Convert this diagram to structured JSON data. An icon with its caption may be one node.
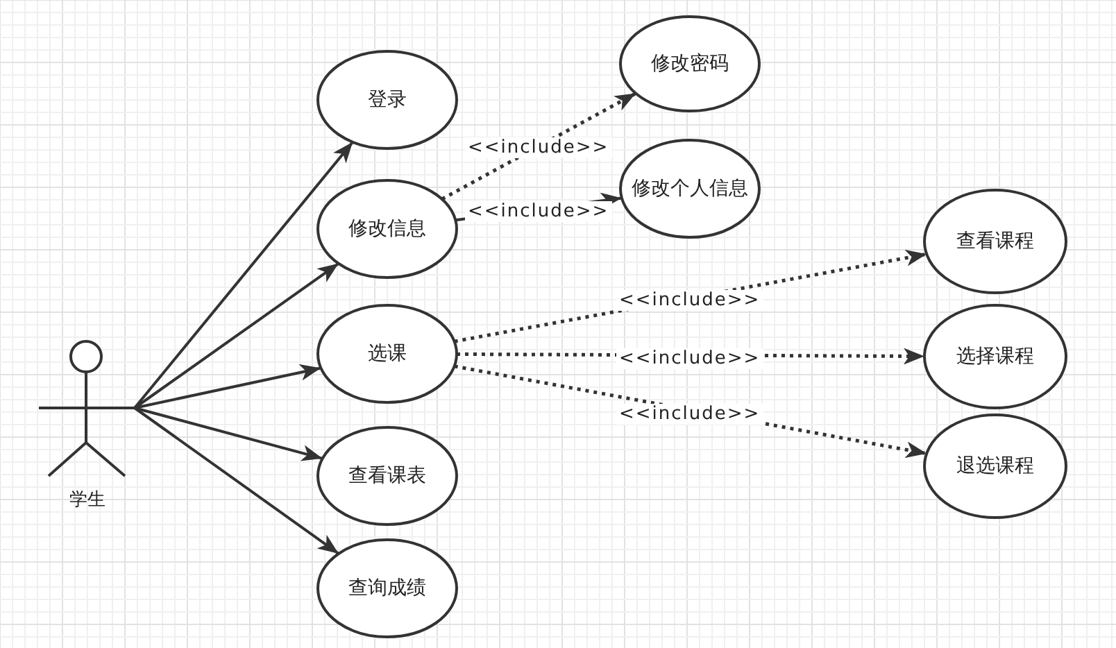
{
  "diagram": {
    "nodes": [
      {
        "text": [
          "学生"
        ]
      },
      {
        "text": [
          "登录"
        ]
      },
      {
        "text": [
          "修改信息"
        ]
      },
      {
        "text": [
          "选课"
        ]
      },
      {
        "text": [
          "查看课表"
        ]
      },
      {
        "text": [
          "查询成绩"
        ]
      },
      {
        "text": [
          "修改密码"
        ]
      },
      {
        "text": [
          "修改个人信息"
        ]
      },
      {
        "text": [
          "查看课程"
        ]
      },
      {
        "text": [
          "选择课程"
        ]
      },
      {
        "text": [
          "退选课程"
        ]
      }
    ],
    "edges": [
      {
        "from": 0,
        "to": 1,
        "arrow": "to"
      },
      {
        "from": 0,
        "to": 2,
        "arrow": "to"
      },
      {
        "from": 0,
        "to": 3,
        "arrow": "to"
      },
      {
        "from": 0,
        "to": 4,
        "arrow": "to"
      },
      {
        "from": 0,
        "to": 5,
        "arrow": "to"
      },
      {
        "from": 2,
        "to": 6,
        "arrow": "to",
        "label": "<<include>>",
        "style": "dashed"
      },
      {
        "from": 2,
        "to": 7,
        "arrow": "to",
        "label": "<<include>>"
      },
      {
        "from": 3,
        "to": 8,
        "arrow": "to",
        "label": "<<include>>",
        "style": "dashed"
      },
      {
        "from": 3,
        "to": 9,
        "arrow": "to",
        "label": "<<include>>",
        "style": "dashed"
      },
      {
        "from": 3,
        "to": 10,
        "arrow": "to",
        "label": "<<include>>",
        "style": "dashed"
      }
    ]
  }
}
